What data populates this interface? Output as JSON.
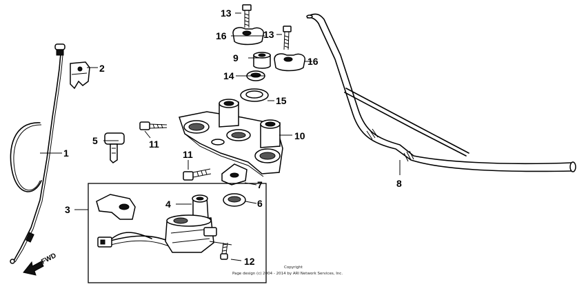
{
  "callouts": {
    "c1": "1",
    "c2": "2",
    "c3": "3",
    "c4": "4",
    "c5": "5",
    "c6": "6",
    "c7": "7",
    "c8": "8",
    "c9": "9",
    "c10": "10",
    "c11a": "11",
    "c11b": "11",
    "c12": "12",
    "c13a": "13",
    "c13b": "13",
    "c14": "14",
    "c15": "15",
    "c16a": "16",
    "c16b": "16"
  },
  "direction": {
    "label": "FWD"
  },
  "copyright": {
    "line1": "Copyright",
    "line2": "Page design (c) 2004 - 2014 by ARI Network Services, Inc."
  }
}
